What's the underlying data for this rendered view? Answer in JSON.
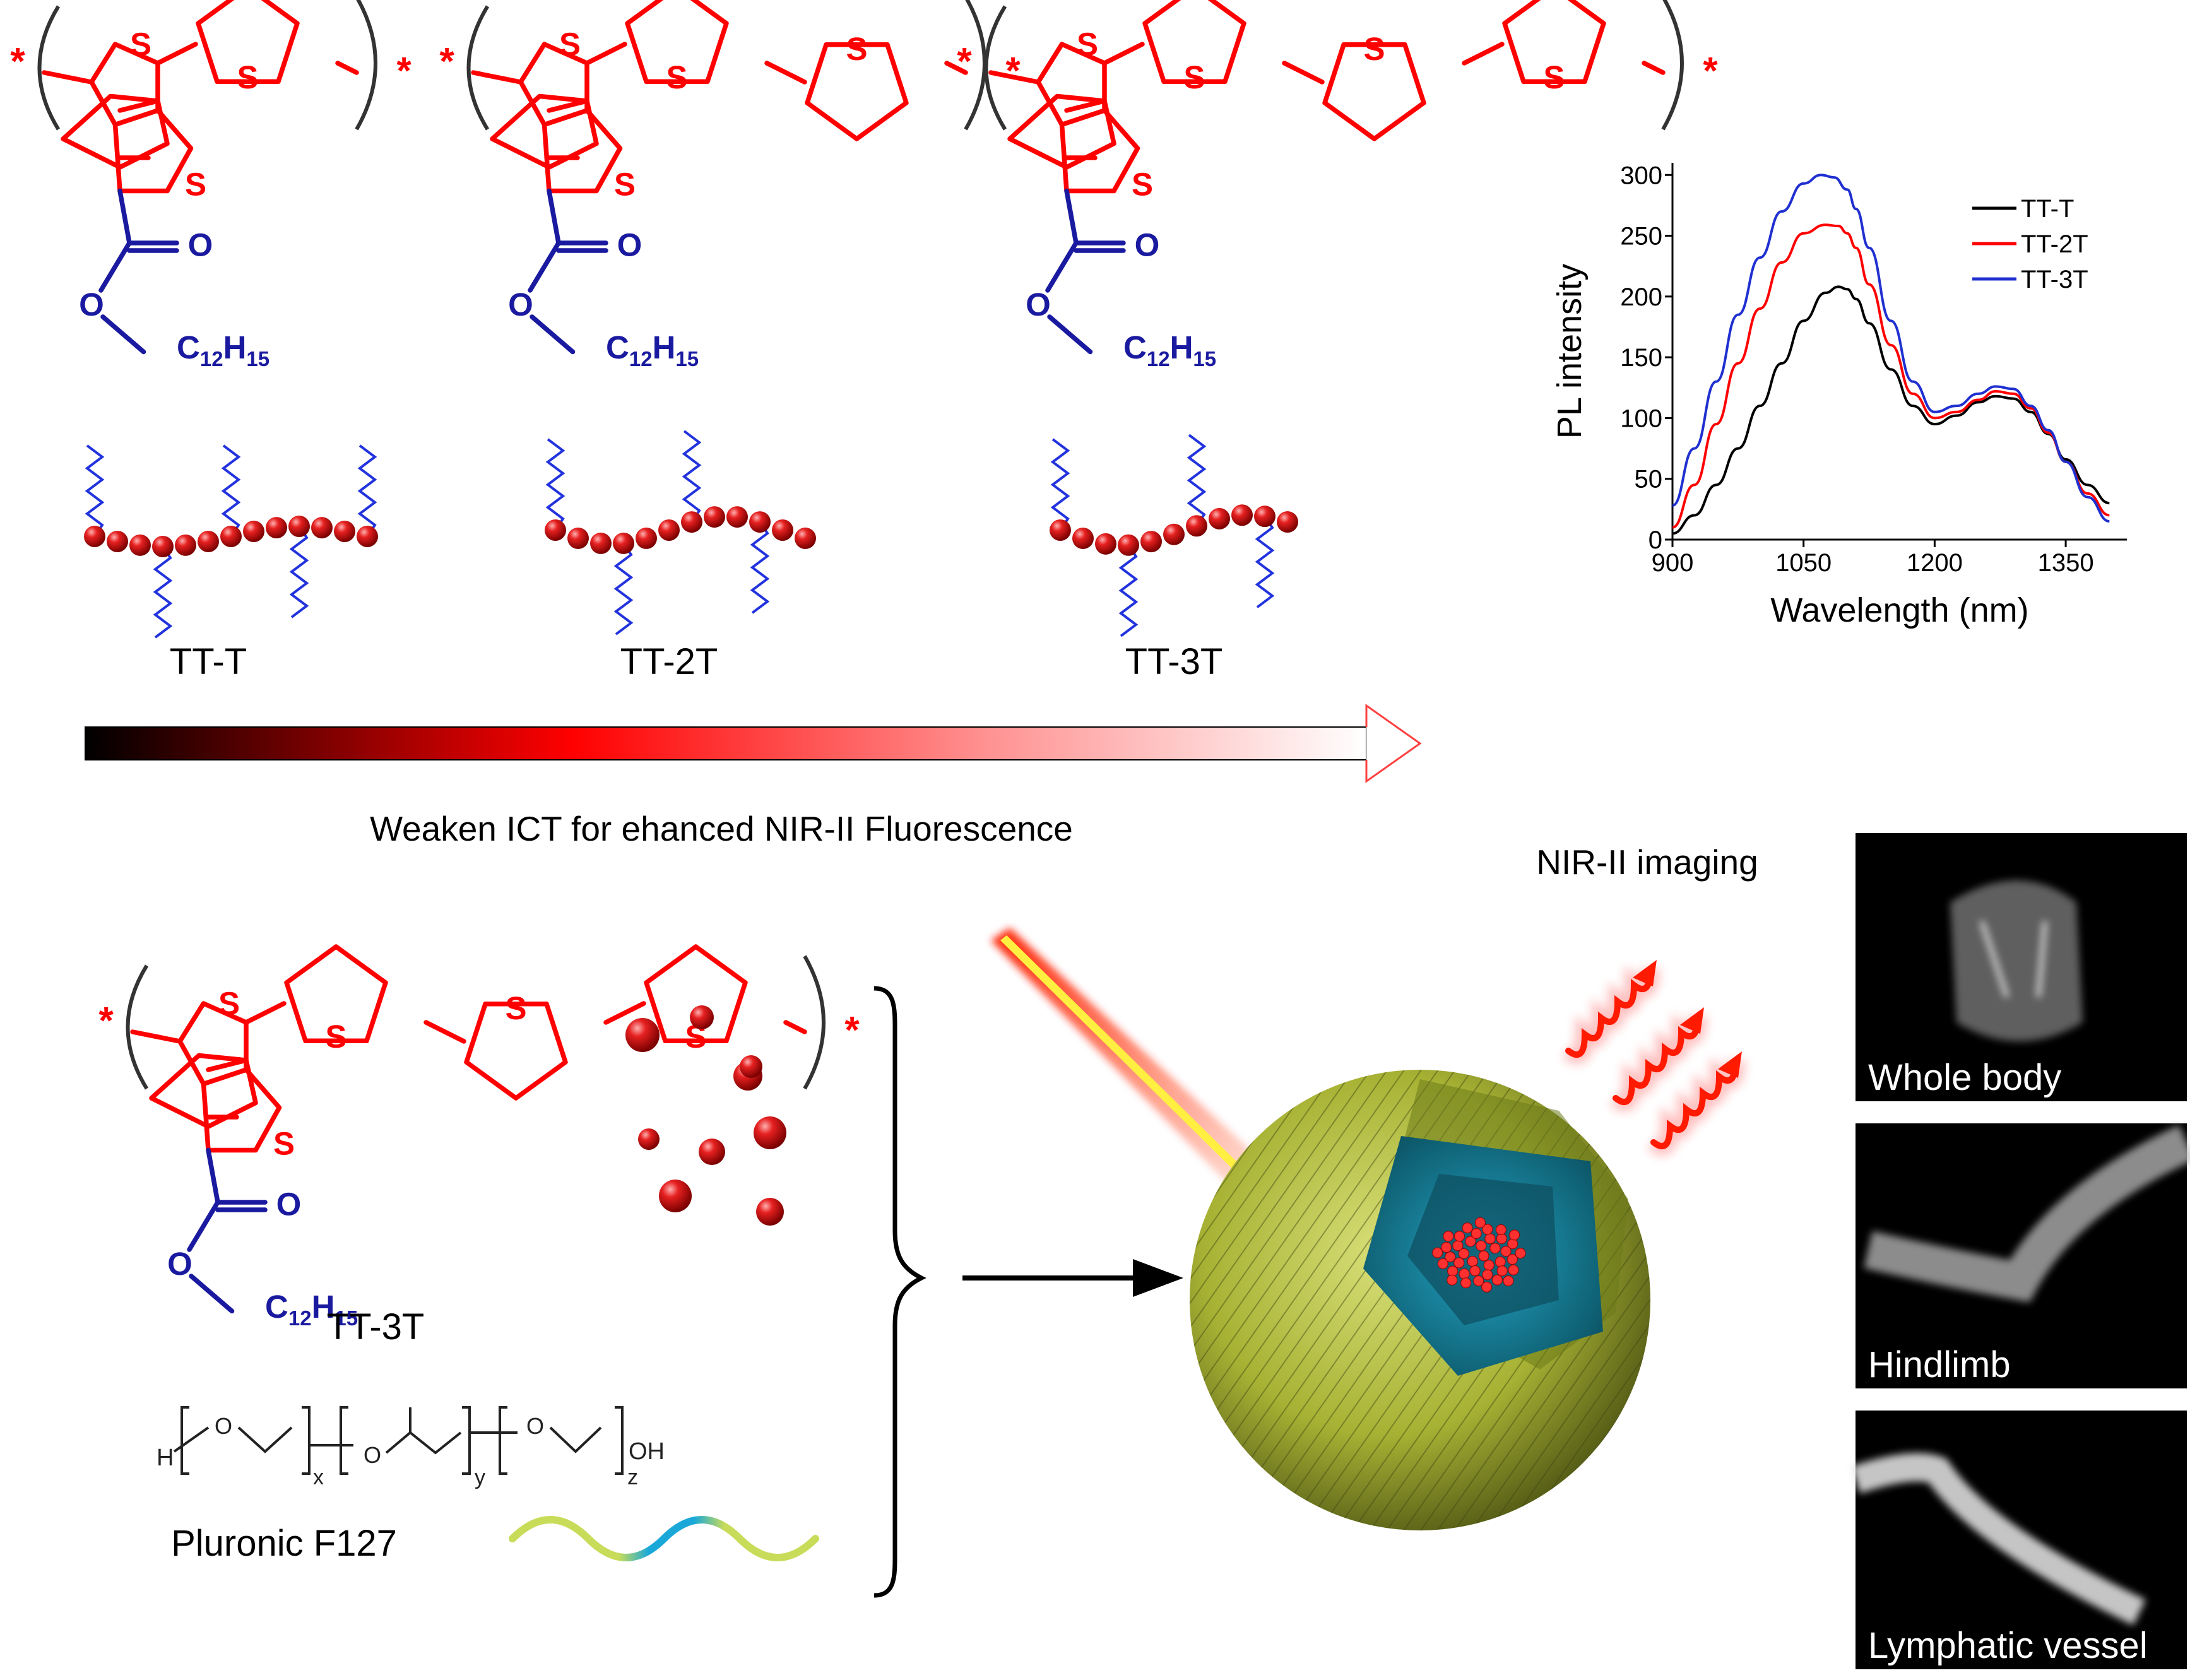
{
  "labels": {
    "polymer_1": "TT-T",
    "polymer_2": "TT-2T",
    "polymer_3": "TT-3T",
    "gradient_caption": "Weaken ICT for ehanced NIR-II Fluorescence",
    "nir_imaging": "NIR-II imaging",
    "tt3t_bottom": "TT-3T",
    "pluronic": "Pluronic F127",
    "alkyl": "C12H15",
    "alkyl_main": "C",
    "alkyl_sub1": "12",
    "alkyl_h": "H",
    "alkyl_sub2": "15",
    "sulfur": "S",
    "oxygen": "O",
    "f127_h": "H",
    "f127_x": "x",
    "f127_y": "y",
    "f127_z": "z",
    "f127_oh": "OH",
    "end_group": "*"
  },
  "panels": [
    {
      "caption": "Whole body"
    },
    {
      "caption": "Hindlimb"
    },
    {
      "caption": "Lymphatic vessel"
    }
  ],
  "colors": {
    "polymer_backbone": "#ff0000",
    "side_chain": "#1a1aa0",
    "bead": "#d41414",
    "chain": "#2233dd",
    "core": "#1a7f9a",
    "shell": "#a8b238",
    "f127_end": "#c8dc5a",
    "f127_mid": "#1aa8d8"
  },
  "chart_data": {
    "type": "line",
    "xlabel": "Wavelength (nm)",
    "ylabel": "PL intensity",
    "xlim": [
      900,
      1420
    ],
    "ylim": [
      0,
      310
    ],
    "xticks": [
      900,
      1050,
      1200,
      1350
    ],
    "yticks": [
      0,
      50,
      100,
      150,
      200,
      250,
      300
    ],
    "legend_position": "top-right",
    "series": [
      {
        "name": "TT-T",
        "color": "#000000",
        "x": [
          900,
          925,
          950,
          975,
          1000,
          1025,
          1050,
          1075,
          1090,
          1100,
          1110,
          1125,
          1150,
          1175,
          1200,
          1225,
          1250,
          1270,
          1290,
          1310,
          1330,
          1350,
          1375,
          1400
        ],
        "y": [
          5,
          20,
          45,
          75,
          110,
          145,
          180,
          203,
          208,
          206,
          198,
          178,
          140,
          110,
          95,
          102,
          113,
          118,
          116,
          105,
          87,
          66,
          45,
          30
        ]
      },
      {
        "name": "TT-2T",
        "color": "#ff0000",
        "x": [
          900,
          925,
          950,
          975,
          1000,
          1025,
          1050,
          1075,
          1090,
          1100,
          1110,
          1125,
          1150,
          1175,
          1200,
          1225,
          1250,
          1270,
          1290,
          1310,
          1330,
          1350,
          1375,
          1400
        ],
        "y": [
          10,
          45,
          95,
          145,
          190,
          228,
          252,
          259,
          258,
          252,
          240,
          210,
          160,
          120,
          100,
          105,
          115,
          122,
          120,
          108,
          88,
          64,
          38,
          20
        ]
      },
      {
        "name": "TT-3T",
        "color": "#2030d0",
        "x": [
          900,
          925,
          950,
          975,
          1000,
          1025,
          1050,
          1070,
          1085,
          1100,
          1110,
          1125,
          1150,
          1175,
          1200,
          1225,
          1250,
          1270,
          1290,
          1310,
          1330,
          1350,
          1375,
          1400
        ],
        "y": [
          28,
          75,
          130,
          185,
          232,
          270,
          293,
          300,
          298,
          288,
          272,
          240,
          180,
          130,
          105,
          110,
          120,
          126,
          124,
          110,
          90,
          64,
          35,
          15
        ]
      }
    ]
  }
}
